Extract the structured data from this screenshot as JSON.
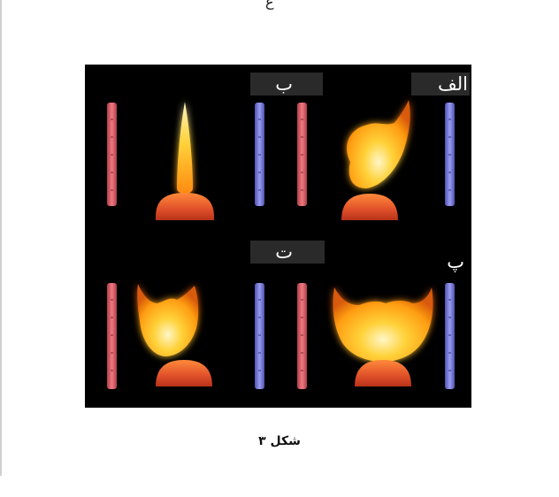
{
  "top_fragment": "ع",
  "figure": {
    "labels": {
      "alef": "الف",
      "be": "ب",
      "pe": "پ",
      "te": "ت"
    }
  },
  "caption": "شکل ۳",
  "colors": {
    "background": "#000000",
    "red_bar": "#d9545e",
    "blue_bar": "#6d6fcf",
    "flame_core": "#ffd23a",
    "wax": "#e0502a"
  }
}
